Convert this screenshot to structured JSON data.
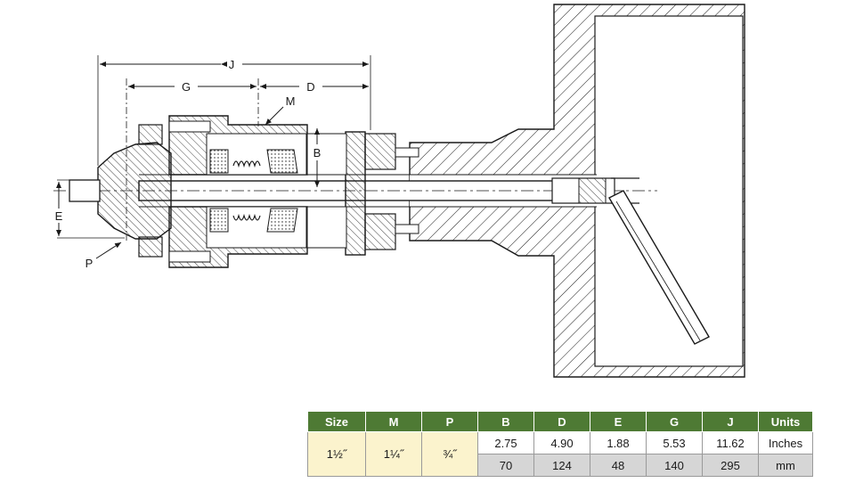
{
  "colors": {
    "header_bg": "#4e7a34",
    "header_text": "#ffffff",
    "yellow_cell": "#fbf3cd",
    "gray_cell": "#d6d6d6",
    "line": "#1a1a1a"
  },
  "diagram": {
    "dim_labels": {
      "J": "J",
      "G": "G",
      "D": "D",
      "M": "M",
      "B": "B",
      "E": "E",
      "P": "P"
    }
  },
  "table": {
    "headers": [
      "Size",
      "M",
      "P",
      "B",
      "D",
      "E",
      "G",
      "J",
      "Units"
    ],
    "size": "1½˝",
    "m": "1¼˝",
    "p": "¾˝",
    "inch_row": [
      "2.75",
      "4.90",
      "1.88",
      "5.53",
      "11.62"
    ],
    "inch_unit": "Inches",
    "mm_row": [
      "70",
      "124",
      "48",
      "140",
      "295"
    ],
    "mm_unit": "mm"
  }
}
